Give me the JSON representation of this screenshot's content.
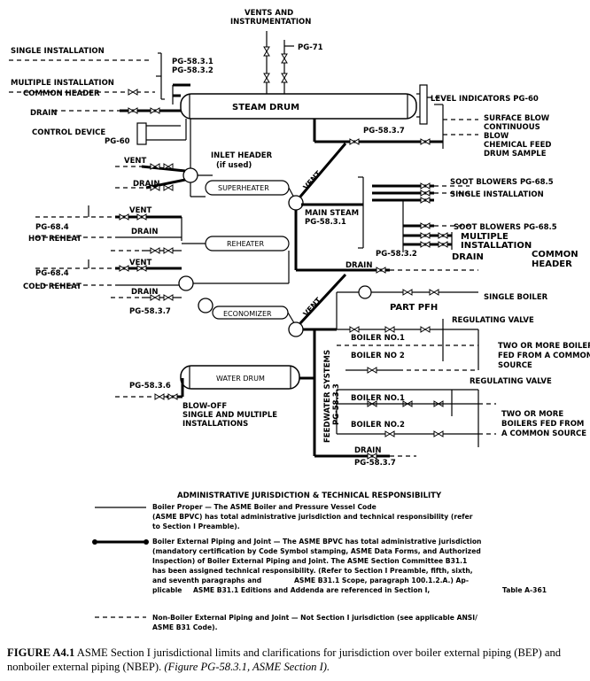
{
  "labels": {
    "vents_instr_1": "VENTS AND",
    "vents_instr_2": "INSTRUMENTATION",
    "pg71": "PG-71",
    "single_inst": "SINGLE INSTALLATION",
    "pg5831_5832_a": "PG-58.3.1",
    "pg5831_5832_b": "PG-58.3.2",
    "multi_inst": "MULTIPLE INSTALLATION",
    "common_header": "COMMON HEADER",
    "drain_top": "DRAIN",
    "control_device": "CONTROL DEVICE",
    "pg60_cd": "PG-60",
    "steam_drum": "STEAM DRUM",
    "level_ind": "LEVEL INDICATORS PG-60",
    "surface_blow": "SURFACE BLOW",
    "continuous": "CONTINUOUS",
    "blow": "BLOW",
    "chem_feed": "CHEMICAL FEED",
    "drum_sample": "DRUM SAMPLE",
    "pg5837_top": "PG-58.3.7",
    "vent_inlet": "VENT",
    "inlet_header": "INLET HEADER",
    "if_used": "(if used)",
    "drain_sh": "DRAIN",
    "superheater": "SUPERHEATER",
    "vent_ms": "VENT",
    "main_steam": "MAIN STEAM",
    "pg5831_ms": "PG-58.3.1",
    "soot_1": "SOOT BLOWERS PG-68.5",
    "single_inst_2": "SINGLE INSTALLATION",
    "soot_2": "SOOT BLOWERS PG-68.5",
    "multiple": "MULTIPLE",
    "installation": "INSTALLATION",
    "pg5832_r": "PG-58.3.2",
    "drain_r": "DRAIN",
    "common_header_r": "COMMON",
    "header_r": "HEADER",
    "pg684_hot": "PG-68.4",
    "vent_hot": "VENT",
    "hot_reheat": "HOT REHEAT",
    "drain_hot": "DRAIN",
    "reheater": "REHEATER",
    "drain_mid": "DRAIN",
    "pg684_cold": "PG-68.4",
    "vent_cold": "VENT",
    "cold_reheat": "COLD REHEAT",
    "drain_cold": "DRAIN",
    "pg5837_mid": "PG-58.3.7",
    "vent_eco": "VENT",
    "economizer": "ECONOMIZER",
    "single_boiler": "SINGLE BOILER",
    "part_pfh": "PART PFH",
    "reg_valve_1": "REGULATING VALVE",
    "boiler1_a": "BOILER NO.1",
    "boiler2_a": "BOILER NO 2",
    "two_more_a1": "TWO OR MORE BOILERS",
    "two_more_a2": "FED FROM A COMMON",
    "two_more_a3": "SOURCE",
    "water_drum": "WATER DRUM",
    "pg5836": "PG-58.3.6",
    "blow_off": "BLOW-OFF",
    "single_multi_1": "SINGLE AND MULTIPLE",
    "single_multi_2": "INSTALLATIONS",
    "feedwater": "FEEDWATER SYSTEMS",
    "pg5833": "PG-58.3.3",
    "reg_valve_2": "REGULATING VALVE",
    "boiler1_b": "BOILER NO.1",
    "boiler2_b": "BOILER NO.2",
    "two_more_b1": "TWO OR MORE",
    "two_more_b2": "BOILERS FED FROM",
    "two_more_b3": "A COMMON SOURCE",
    "drain_bot": "DRAIN",
    "pg5837_bot": "PG-58.3.7"
  },
  "legend": {
    "title": "ADMINISTRATIVE JURISDICTION & TECHNICAL RESPONSIBILITY",
    "l1_1": "Boiler Proper — The ASME Boiler and Pressure Vessel Code",
    "l1_2": "(ASME BPVC) has total administrative jurisdiction and technical responsibility (refer",
    "l1_3": "to Section I Preamble).",
    "l2_1": "Boiler External Piping and Joint — The ASME BPVC has total administrative jurisdiction",
    "l2_2": "(mandatory certification by Code Symbol stamping, ASME Data Forms, and Authorized",
    "l2_3": "Inspection) of Boiler External Piping and Joint. The ASME Section Committee B31.1",
    "l2_4": "has been assigned technical responsibility. (Refer to Section I Preamble, fifth, sixth,",
    "l2_5a": "and seventh paragraphs and",
    "l2_5b": "ASME B31.1 Scope, paragraph 100.1.2.A.) Ap-",
    "l2_6a": "plicable",
    "l2_6b": "ASME B31.1 Editions and Addenda are referenced in Section I,",
    "l2_6c": "Table A-361",
    "l3_1": "Non-Boiler External Piping and Joint — Not Section I jurisdiction (see applicable ANSI/",
    "l3_2": "ASME B31 Code)."
  },
  "caption": {
    "label": "FIGURE A4.1",
    "text": "ASME Section I jurisdictional limits and clarifications for jurisdiction over boiler external piping (BEP) and nonboiler external piping (NBEP).",
    "ref": "(Figure PG-58.3.1, ASME Section I)."
  }
}
